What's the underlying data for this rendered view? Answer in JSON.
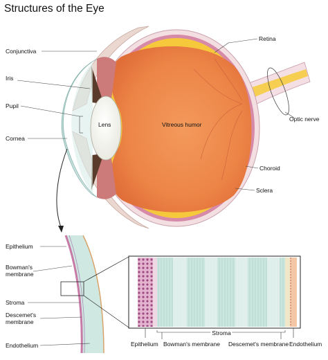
{
  "title": "Structures of the Eye",
  "labels": {
    "conjunctiva": "Conjunctiva",
    "iris": "Iris",
    "pupil": "Pupil",
    "cornea": "Cornea",
    "lens": "Lens",
    "vitreous_humor": "Vitreous humor",
    "retina": "Retina",
    "optic_nerve": "Optic nerve",
    "choroid": "Choroid",
    "sclera": "Sclera"
  },
  "cornea_detail": {
    "epithelium": "Epithelium",
    "bowmans_membrane": "Bowman's\nmembrane",
    "stroma": "Stroma",
    "descemets_membrane": "Descemet's\nmembrane",
    "endothelium": "Endothelium"
  },
  "layers_strip": {
    "stroma": "Stroma",
    "epithelium": "Epithelium",
    "bowmans_membrane": "Bowman's membrane",
    "descemets_membrane": "Descemet's membrane",
    "endothelium": "Endothelium"
  },
  "colors": {
    "vitreous": "#ee8a4d",
    "retina": "#f6c93c",
    "sclera": "#f3dfe2",
    "choroid": "#d68aa8",
    "cornea": "#cfe6e3",
    "stroma": "#cfe8e2",
    "epithelium": "#c77aa6"
  }
}
